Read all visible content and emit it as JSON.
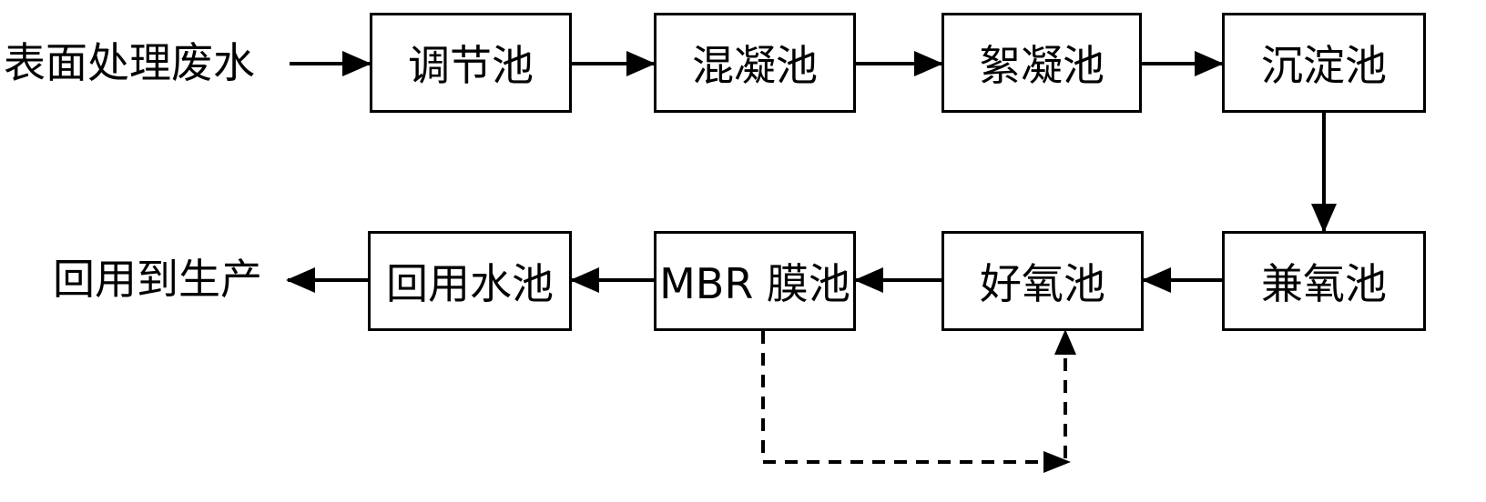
{
  "diagram": {
    "input_label": "表面处理废水",
    "output_label": "回用到生产",
    "boxes": {
      "regulating_tank": "调节池",
      "coagulation_tank": "混凝池",
      "flocculation_tank": "絮凝池",
      "sedimentation_tank": "沉淀池",
      "anoxic_tank": "兼氧池",
      "aerobic_tank": "好氧池",
      "mbr_tank": "MBR 膜池",
      "reuse_water_tank": "回用水池"
    }
  }
}
